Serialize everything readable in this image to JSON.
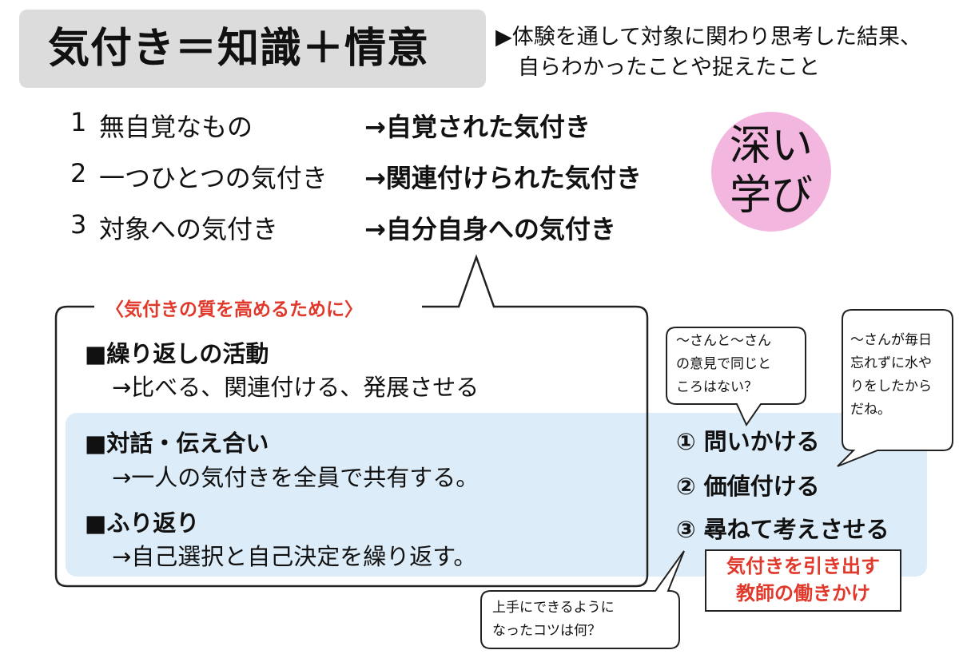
{
  "header": {
    "title": "気付き＝知識＋情意",
    "description_line1": "▶体験を通して対象に関わり思考した結果、",
    "description_line2": "自らわかったことや捉えたこと"
  },
  "rows": [
    {
      "num": "1",
      "left": "無自覚なもの",
      "right": "→自覚された気付き"
    },
    {
      "num": "2",
      "left": "一つひとつの気付き",
      "right": "→関連付けられた気付き"
    },
    {
      "num": "3",
      "left": "対象への気付き",
      "right": "→自分自身への気付き"
    }
  ],
  "circle": {
    "line1": "深い",
    "line2": "学び"
  },
  "section": {
    "title": "〈気付きの質を高めるために〉",
    "items": [
      {
        "head": "■繰り返しの活動",
        "sub": "→比べる、関連付ける、発展させる"
      },
      {
        "head": "■対話・伝え合い",
        "sub": "→一人の気付きを全員で共有する。"
      },
      {
        "head": "■ふり返り",
        "sub": "→自己選択と自己決定を繰り返す。"
      }
    ]
  },
  "steps": [
    "① 問いかける",
    "② 価値付ける",
    "③ 尋ねて考えさせる"
  ],
  "teacher_box": {
    "line1": "気付きを引き出す",
    "line2": "教師の働きかけ"
  },
  "bubbles": {
    "question": "〜さんと〜さん\nの意見で同じと\nころはない？",
    "praise": "〜さんが毎日\n忘れずに水や\nりをしたから\nだね。",
    "reflection": "上手にできるように\nなったコツは何？"
  },
  "colors": {
    "accent_red": "#e0392b",
    "circle_pink": "#f3b6df",
    "band_blue": "#dcecf8",
    "title_gray": "#dcdcdc"
  }
}
